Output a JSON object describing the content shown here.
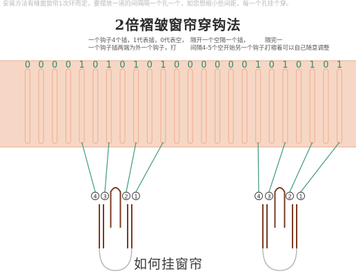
{
  "header_strip": "安装方法有缝面窗帘1次环而定，要摆放一道的间隔隔一个孔一个，如您想缩小些间距，每一个孔挂个穿。",
  "title": "2倍褶皱窗帘穿钩法",
  "notes": {
    "left": [
      "一个钩子4个插，1代表插，0代表空，",
      "一个钩子插两端为外一个钩子，打"
    ],
    "middle": [
      "隔开一个空隔一个插，",
      "间隔4-5个空开始另一个钩子。"
    ],
    "right": [
      "隔完一",
      "打褶着可以自己随意调整"
    ]
  },
  "tape_labels": [
    "0",
    "0",
    "0",
    "0",
    "1",
    "0",
    "1",
    "0",
    "1",
    "0",
    "1",
    "0",
    "0",
    "0",
    "0",
    "0",
    "0",
    "1",
    "0",
    "1",
    "0",
    "1",
    "0",
    "1"
  ],
  "hooks": {
    "left": [
      {
        "label": "4"
      },
      {
        "label": "3"
      },
      {
        "label": "2"
      },
      {
        "label": "1"
      }
    ],
    "right": [
      {
        "label": "4"
      },
      {
        "label": "3"
      },
      {
        "label": "2"
      },
      {
        "label": "1"
      }
    ]
  },
  "colors": {
    "tape": "#f6d7c5",
    "tape_border": "#e8a98f",
    "pocket": "#f2b59a",
    "leader": "#3e9a78",
    "hook": "#7a3b22",
    "tape_text": "#2f8a6a"
  },
  "caption": "如何挂窗帘"
}
